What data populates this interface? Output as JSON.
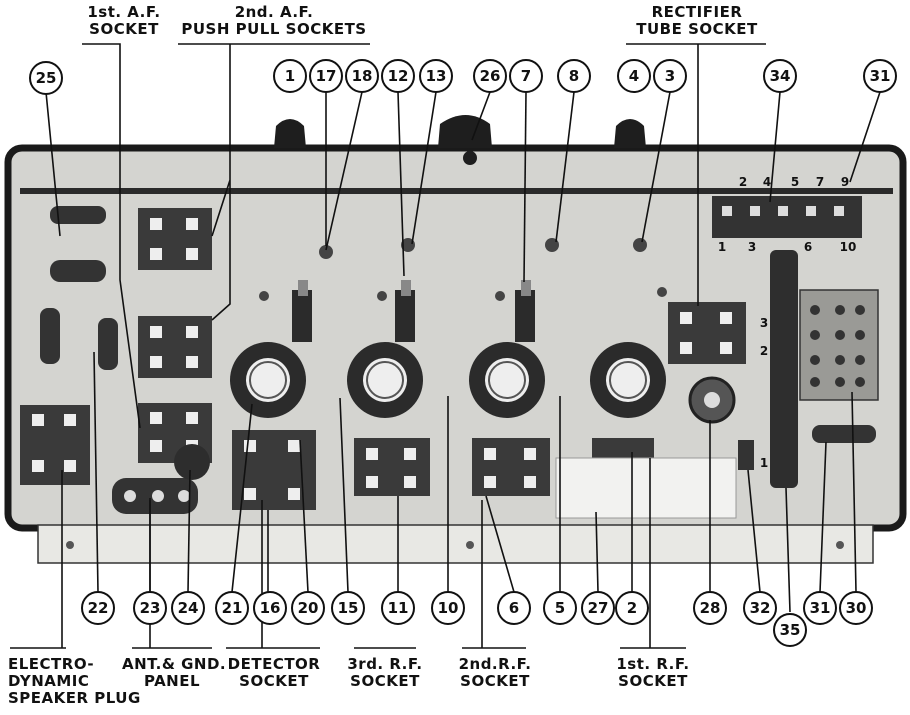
{
  "labels": {
    "first_af_line1": "1st. A.F.",
    "first_af_line2": "SOCKET",
    "second_af_line1": "2nd. A.F.",
    "second_af_line2": "PUSH PULL SOCKETS",
    "rectifier_line1": "RECTIFIER",
    "rectifier_line2": "TUBE SOCKET",
    "speaker_line1": "ELECTRO-",
    "speaker_line2": "DYNAMIC",
    "speaker_line3": "SPEAKER PLUG",
    "ant_line1": "ANT.& GND.",
    "ant_line2": "PANEL",
    "detector_line1": "DETECTOR",
    "detector_line2": "SOCKET",
    "third_rf_line1": "3rd. R.F.",
    "third_rf_line2": "SOCKET",
    "second_rf_line1": "2nd.R.F.",
    "second_rf_line2": "SOCKET",
    "first_rf_line1": "1st. R.F.",
    "first_rf_line2": "SOCKET"
  },
  "callouts_top": [
    "25",
    "1",
    "17",
    "18",
    "12",
    "13",
    "26",
    "7",
    "8",
    "4",
    "3",
    "34",
    "31"
  ],
  "callouts_bottom": [
    "22",
    "23",
    "24",
    "21",
    "16",
    "20",
    "15",
    "11",
    "10",
    "6",
    "5",
    "27",
    "2",
    "28",
    "32",
    "35",
    "31",
    "30"
  ],
  "terminal_numbers": {
    "top_row": [
      "2",
      "4",
      "5",
      "7",
      "9"
    ],
    "bottom_row": [
      "1",
      "3",
      "6",
      "10"
    ],
    "resistor_side": [
      "3",
      "2",
      "1"
    ]
  },
  "colors": {
    "ink": "#111111",
    "chassis": "#d4d4d0",
    "chassis_edge": "#1a1a1a",
    "socket": "#3a3a3a",
    "paper": "#ffffff"
  }
}
